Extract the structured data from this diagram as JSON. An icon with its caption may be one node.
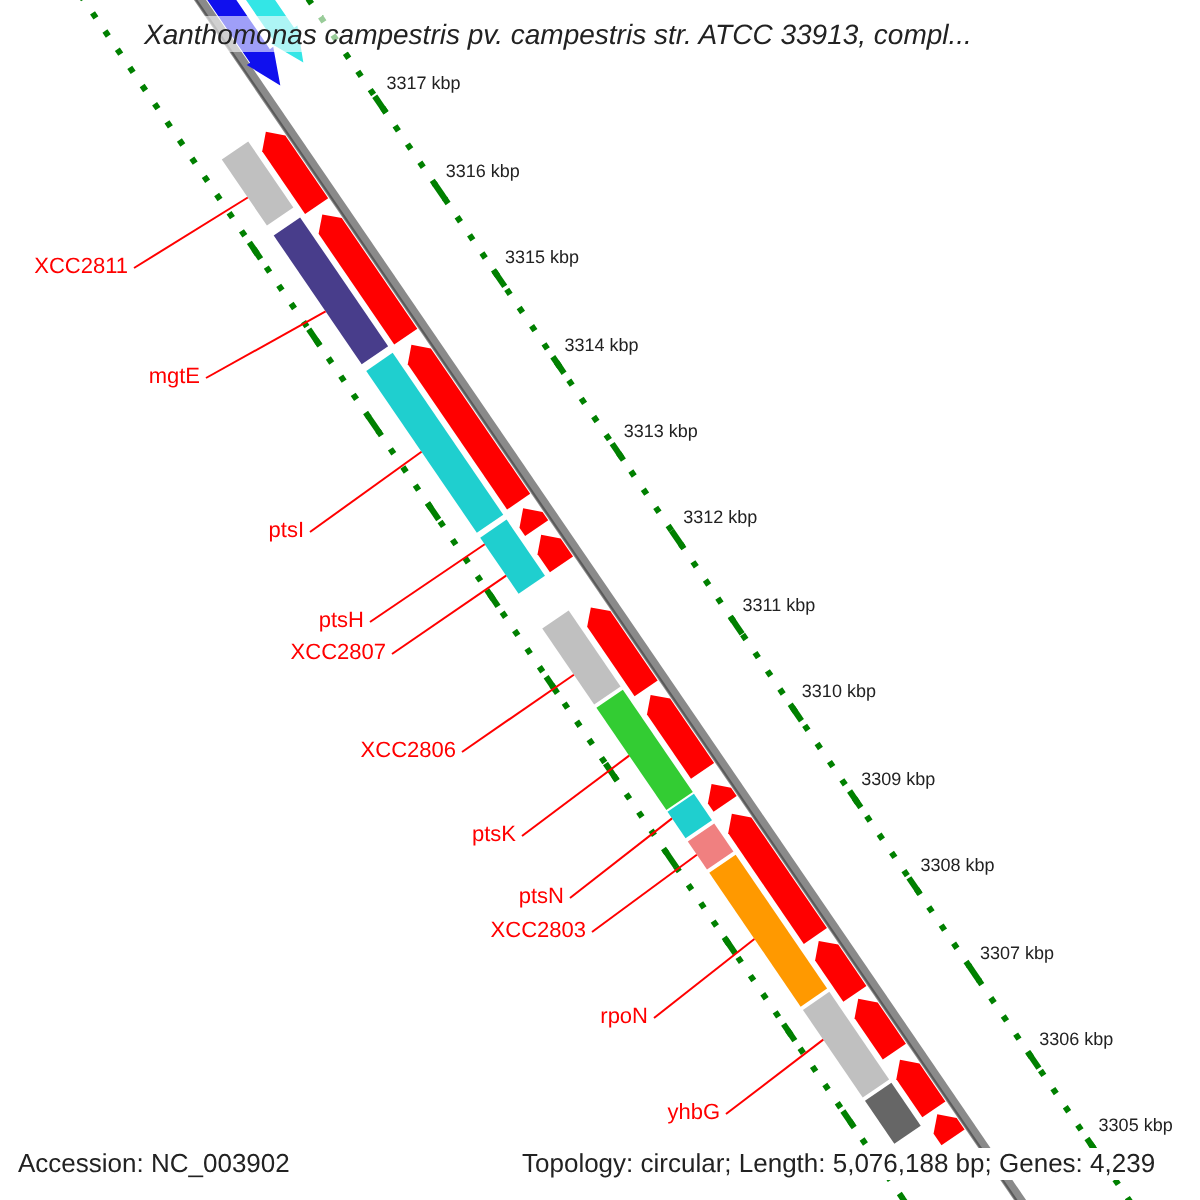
{
  "diagram": {
    "title": "Xanthomonas campestris pv. campestris str. ATCC 33913, compl...",
    "nodes": [
      {
        "text": [
          "XCC2811"
        ]
      },
      {
        "text": [
          "mgtE"
        ]
      },
      {
        "text": [
          "ptsI"
        ]
      },
      {
        "text": [
          "ptsH"
        ]
      },
      {
        "text": [
          "XCC2807"
        ]
      },
      {
        "text": [
          "XCC2806"
        ]
      },
      {
        "text": [
          "ptsK"
        ]
      },
      {
        "text": [
          "ptsN"
        ]
      },
      {
        "text": [
          "XCC2803"
        ]
      },
      {
        "text": [
          "rpoN"
        ]
      },
      {
        "text": [
          "yhbG"
        ]
      },
      {
        "text": [],
        "shape": "bar"
      },
      {
        "text": [],
        "shape": "bar"
      },
      {
        "text": [],
        "shape": "bar"
      },
      {
        "text": [],
        "shape": "bar"
      },
      {
        "text": [],
        "shape": "bar"
      },
      {
        "text": [],
        "shape": "bar"
      },
      {
        "text": [],
        "shape": "bar"
      },
      {
        "text": [],
        "shape": "bar"
      },
      {
        "text": [],
        "shape": "bar"
      },
      {
        "text": [],
        "shape": "bar"
      },
      {
        "text": [],
        "shape": "bar"
      },
      {
        "text": [],
        "shape": "bar"
      },
      {
        "text": [],
        "shape": "bar"
      },
      {
        "text": [],
        "shape": "bar"
      },
      {
        "text": [],
        "shape": "bar"
      },
      {
        "text": [],
        "shape": "bar"
      },
      {
        "text": [],
        "shape": "bar"
      },
      {
        "text": [],
        "shape": "bar"
      },
      {
        "text": [],
        "shape": "bar"
      },
      {
        "text": [],
        "shape": "bar"
      },
      {
        "text": [],
        "shape": "bar"
      },
      {
        "text": [],
        "shape": "bar"
      },
      {
        "text": [],
        "shape": "bar"
      },
      {
        "text": [],
        "shape": "bar"
      },
      {
        "text": [],
        "shape": "bar"
      },
      {
        "text": [],
        "shape": "bar"
      }
    ],
    "edges": [
      {
        "from": 0,
        "to": 11,
        "arrow": "none"
      },
      {
        "from": 1,
        "to": 12,
        "arrow": "none"
      },
      {
        "from": 2,
        "to": 13,
        "arrow": "none"
      },
      {
        "from": 3,
        "to": 14,
        "arrow": "none"
      },
      {
        "from": 4,
        "to": 14,
        "arrow": "none"
      },
      {
        "from": 5,
        "to": 15,
        "arrow": "none"
      },
      {
        "from": 6,
        "to": 16,
        "arrow": "none"
      },
      {
        "from": 7,
        "to": 17,
        "arrow": "none"
      },
      {
        "from": 8,
        "to": 18,
        "arrow": "none"
      },
      {
        "from": 9,
        "to": 19,
        "arrow": "none"
      },
      {
        "from": 10,
        "to": 20,
        "arrow": "none"
      }
    ],
    "labels": [
      "3317 kbp",
      "3316 kbp",
      "3315 kbp",
      "3314 kbp",
      "3313 kbp",
      "3312 kbp",
      "3311 kbp",
      "3310 kbp",
      "3309 kbp",
      "3308 kbp",
      "3307 kbp",
      "3306 kbp",
      "3305 kbp",
      "Accession: NC_003902",
      "Topology: circular; Length: 5,076,188 bp; Genes: 4,239"
    ]
  }
}
